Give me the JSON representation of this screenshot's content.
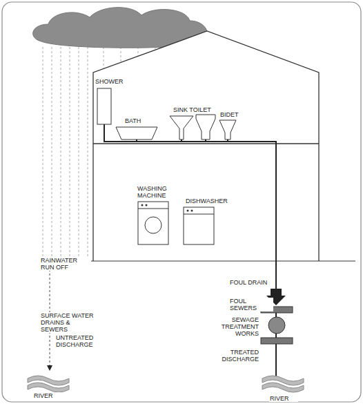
{
  "diagram": {
    "labels": [
      "SHOWER",
      "BATH",
      "SINK TOILET",
      "BIDET",
      "WASHING MACHINE",
      "DISHWASHER",
      "RAINWATER RUN OFF",
      "SURFACE WATER DRAINS & SEWERS",
      "UNTREATED DISCHARGE",
      "RIVER",
      "FOUL DRAIN",
      "FOUL SEWERS",
      "SEWAGE TREATMENT WORKS",
      "TREATED DISCHARGE",
      "RIVER"
    ]
  }
}
